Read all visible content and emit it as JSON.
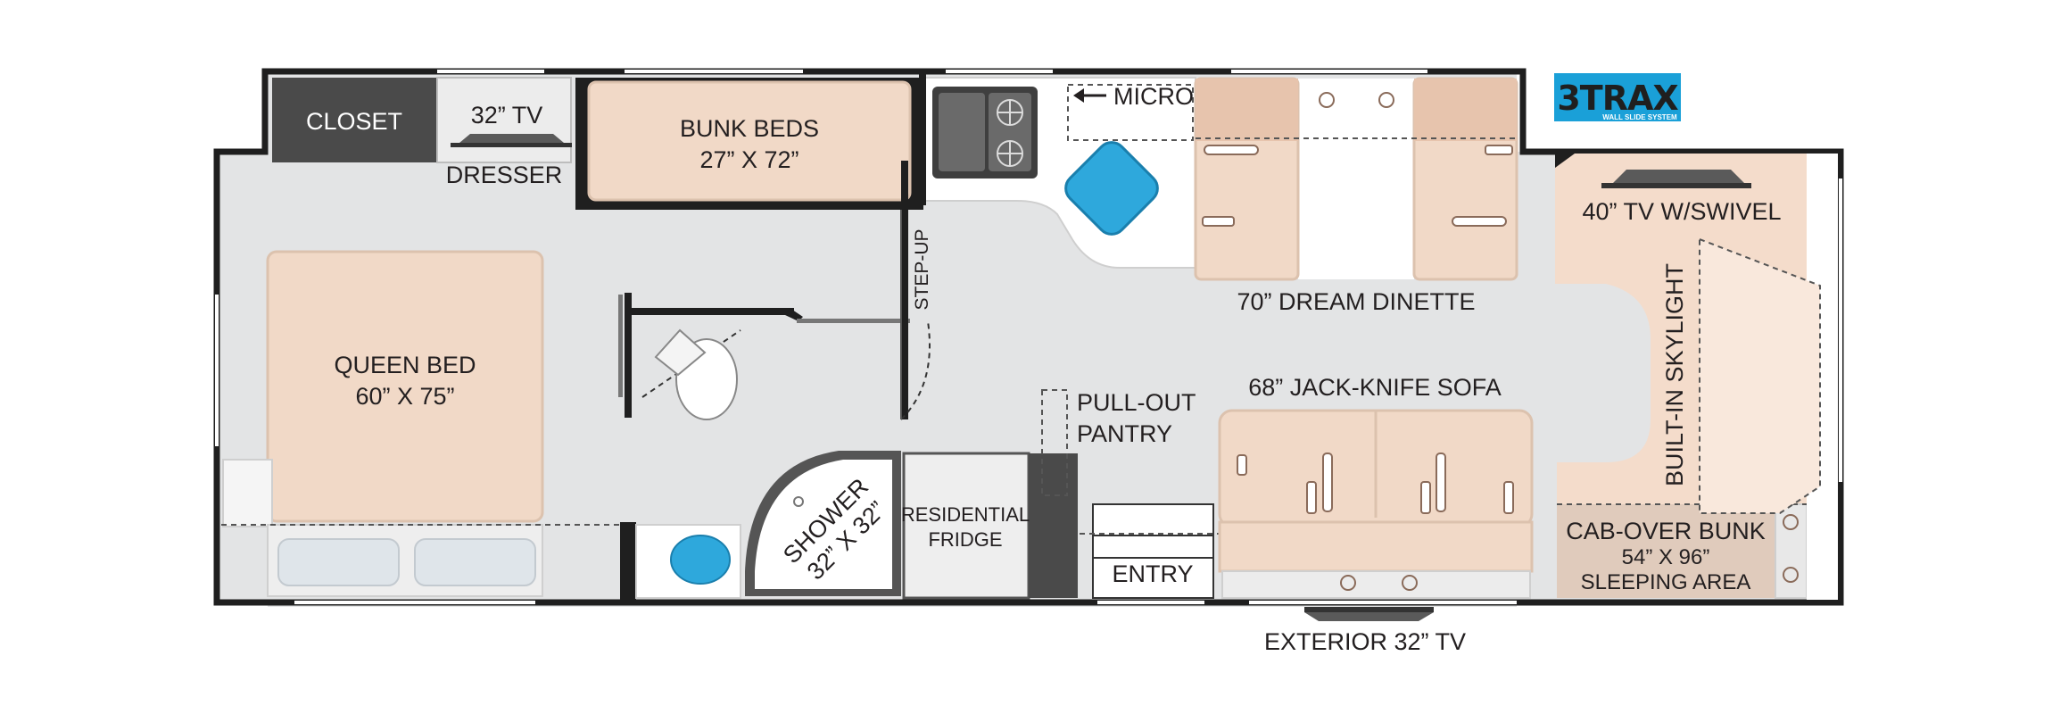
{
  "labels": {
    "closet": "CLOSET",
    "tv_bedroom": "32” TV",
    "dresser": "DRESSER",
    "bunk_title": "BUNK BEDS",
    "bunk_size": "27” X 72”",
    "micro": "MICRO",
    "dinette": "70” DREAM DINETTE",
    "tv_swivel": "40” TV W/SWIVEL",
    "skylight": "BUILT-IN SKYLIGHT",
    "queen_title": "QUEEN BED",
    "queen_size": "60” X 75”",
    "step_up": "STEP-UP",
    "pantry_line1": "PULL-OUT",
    "pantry_line2": "PANTRY",
    "sofa": "68” JACK-KNIFE SOFA",
    "fridge_line1": "RESIDENTIAL",
    "fridge_line2": "FRIDGE",
    "shower_line1": "SHOWER",
    "shower_line2": "32” X 32”",
    "entry": "ENTRY",
    "cabover_line1": "CAB-OVER BUNK",
    "cabover_line2": "54” X 96”",
    "cabover_line3": "SLEEPING AREA",
    "exterior_tv": "EXTERIOR 32” TV"
  },
  "logo": {
    "text": "3TRAX",
    "tagline": "WALL SLIDE SYSTEM"
  },
  "colors": {
    "floor": "#e3e4e5",
    "wall": "#1f1f1f",
    "bed": "#f1d9c7",
    "bed_border": "#dcc2ae",
    "closet": "#4a4a4a",
    "sink": "#2ea8dc",
    "logo_blue": "#1aa0d8"
  }
}
